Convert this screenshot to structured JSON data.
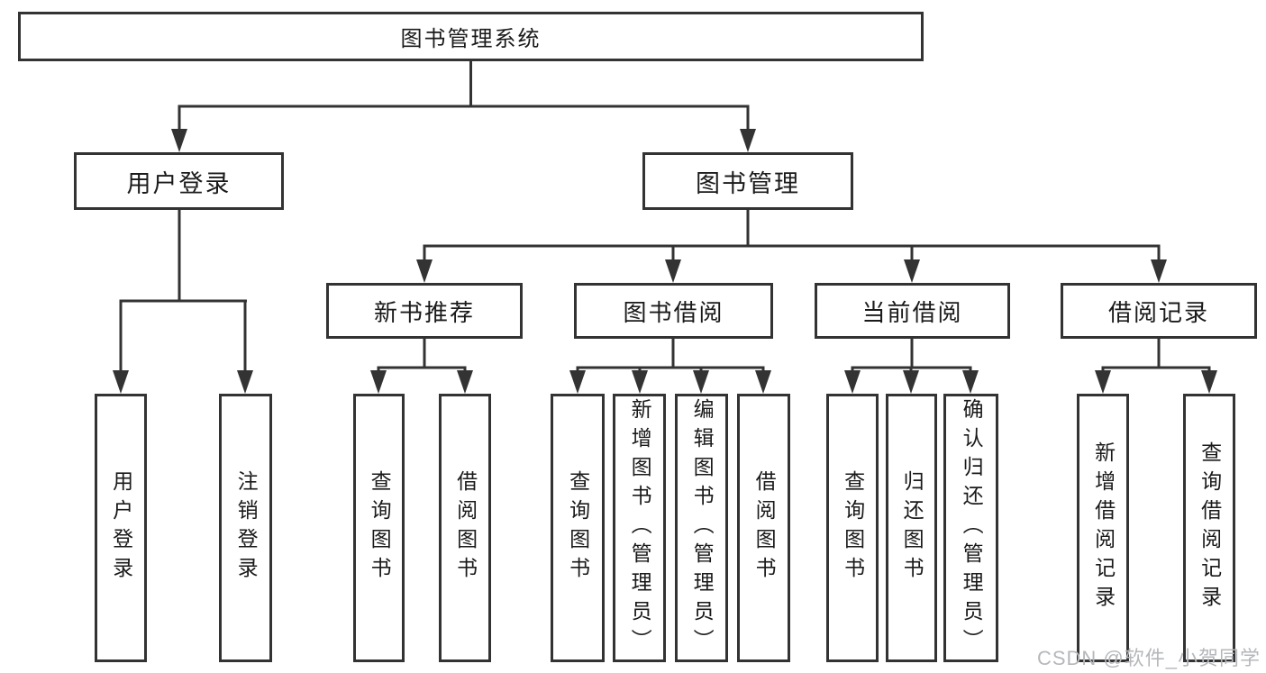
{
  "tree": {
    "root": {
      "label": "图书管理系统"
    },
    "children": [
      {
        "label": "用户登录",
        "children": [
          {
            "label": "用户登录"
          },
          {
            "label": "注销登录"
          }
        ]
      },
      {
        "label": "图书管理",
        "children": [
          {
            "label": "新书推荐",
            "children": [
              {
                "label": "查询图书"
              },
              {
                "label": "借阅图书"
              }
            ]
          },
          {
            "label": "图书借阅",
            "children": [
              {
                "label": "查询图书"
              },
              {
                "label": "新增图书（管理员）"
              },
              {
                "label": "编辑图书（管理员）"
              },
              {
                "label": "借阅图书"
              }
            ]
          },
          {
            "label": "当前借阅",
            "children": [
              {
                "label": "查询图书"
              },
              {
                "label": "归还图书"
              },
              {
                "label": "确认归还（管理员）"
              }
            ]
          },
          {
            "label": "借阅记录",
            "children": [
              {
                "label": "新增借阅记录"
              },
              {
                "label": "查询借阅记录"
              }
            ]
          }
        ]
      }
    ]
  },
  "watermark": {
    "text": "CSDN @软件_小贺同学"
  },
  "colors": {
    "line": "#333333",
    "text": "#1a1a1a",
    "background": "#ffffff",
    "watermark": "#b5b7bb"
  }
}
